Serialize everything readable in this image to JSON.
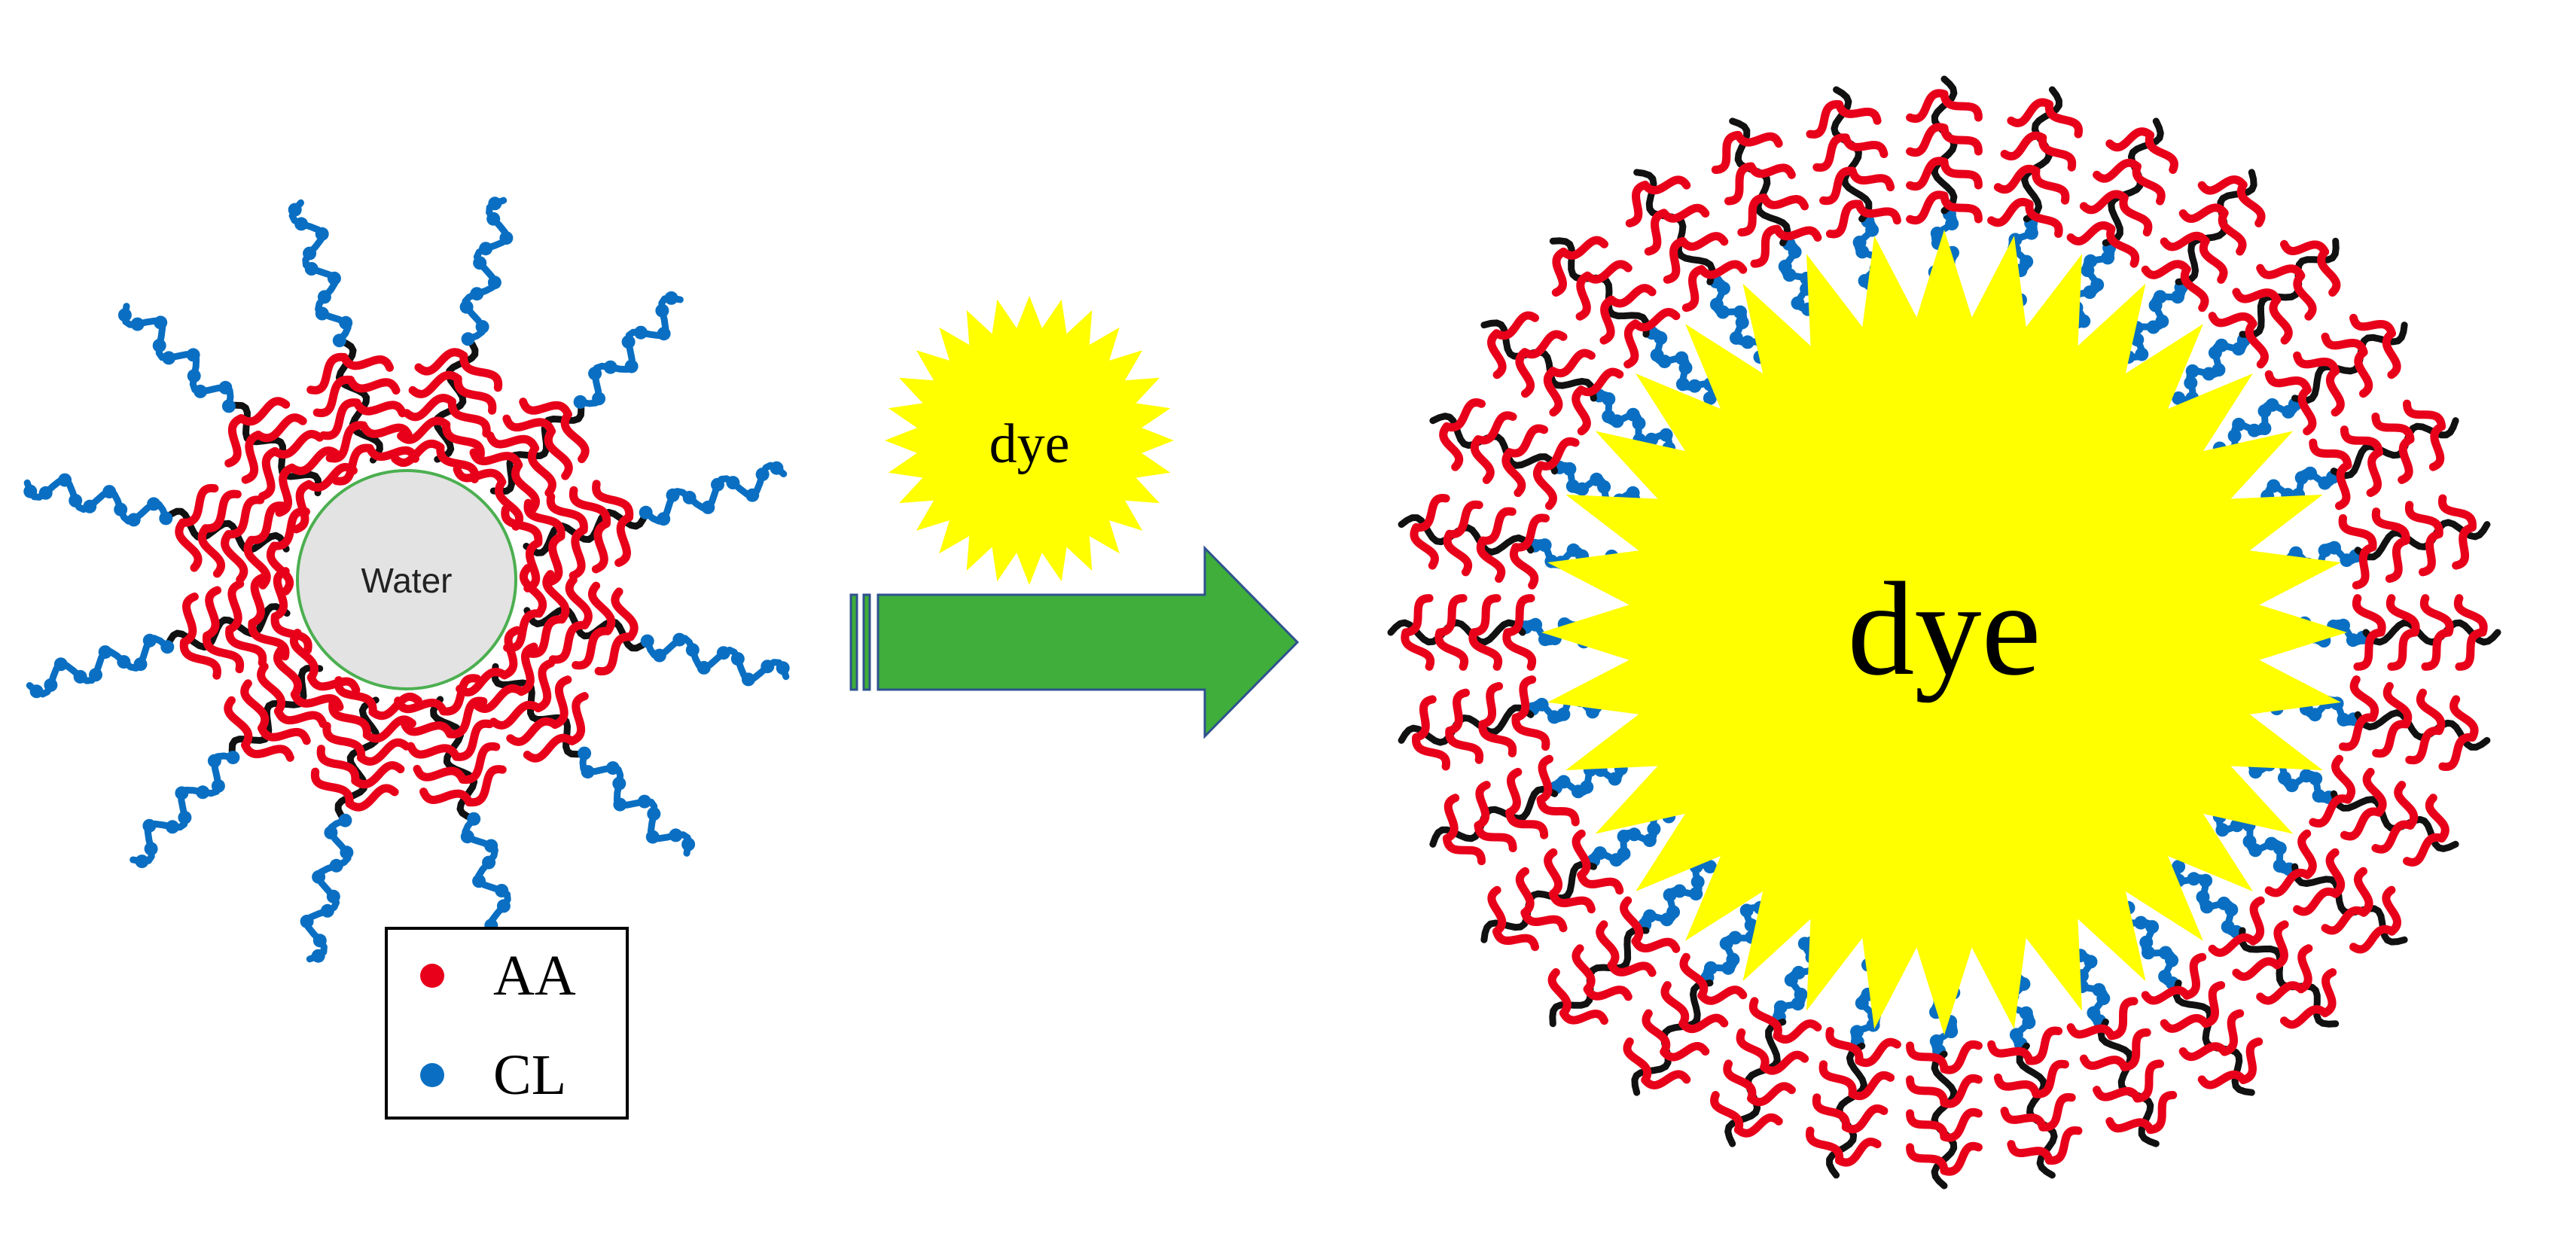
{
  "diagram": {
    "left_micelle": {
      "core_label": "Water"
    },
    "small_dye": {
      "label": "dye"
    },
    "large_micelle": {
      "core_label": "dye"
    },
    "legend": {
      "items": [
        {
          "label": "AA",
          "color": "#e8001a"
        },
        {
          "label": "CL",
          "color": "#0a6fc2"
        }
      ]
    }
  },
  "colors": {
    "aa": "#e8001a",
    "cl": "#0a6fc2",
    "backbone": "#111111",
    "dye": "#ffff00",
    "arrow": "#3fae3a",
    "arrow_outline": "#2f528f",
    "water_fill": "#e3e3e3",
    "water_outline": "#4caf50"
  }
}
